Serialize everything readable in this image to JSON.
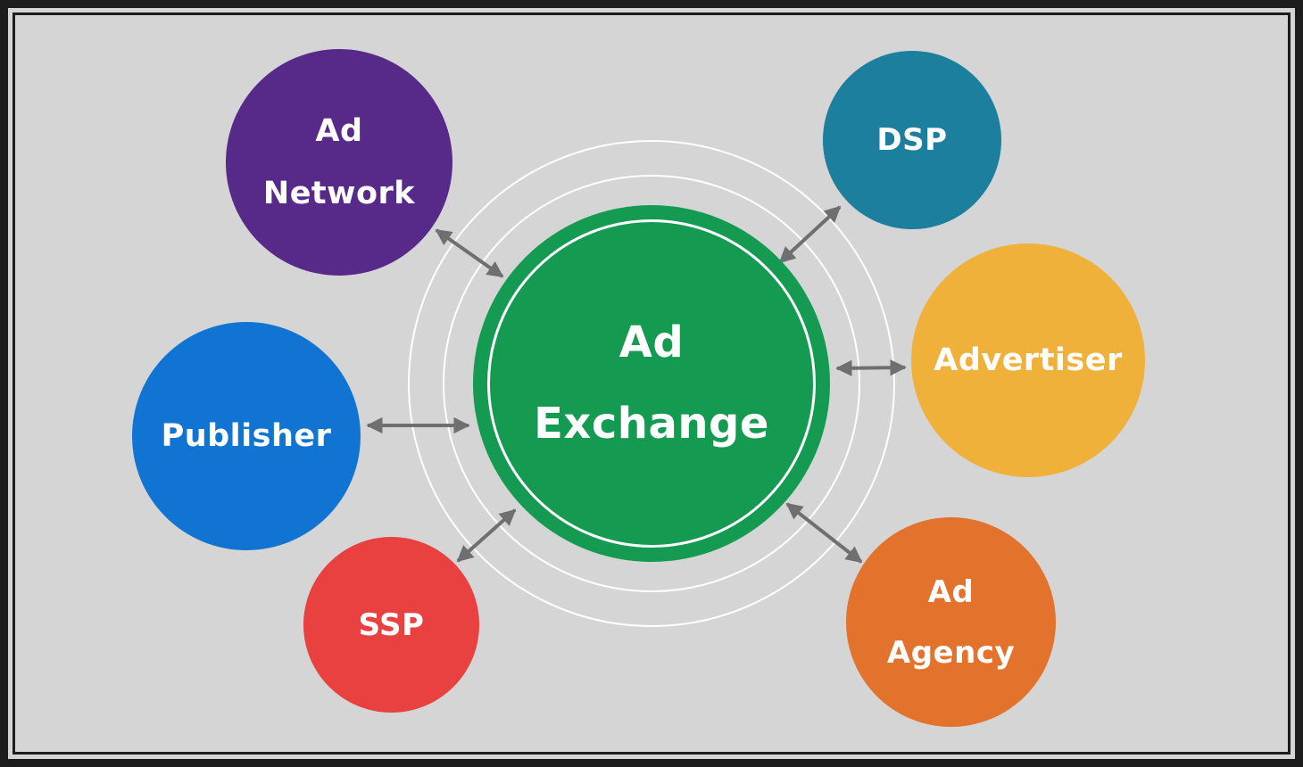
{
  "diagram": {
    "title": "Ad Exchange ecosystem diagram",
    "background_color": "#d5d5d5",
    "frame_color": "#1d1d1d",
    "arrow_color": "#6f6f71",
    "ring_color": "#ffffff",
    "center": {
      "id": "ad-exchange",
      "lines": [
        "Ad",
        "Exchange"
      ],
      "color": "#149a51",
      "text_color": "#ffffff"
    },
    "nodes": [
      {
        "id": "ad-network",
        "lines": [
          "Ad",
          "Network"
        ],
        "color": "#572a8a"
      },
      {
        "id": "dsp",
        "lines": [
          "DSP"
        ],
        "color": "#1c7f9e"
      },
      {
        "id": "advertiser",
        "lines": [
          "Advertiser"
        ],
        "color": "#f0b13b"
      },
      {
        "id": "publisher",
        "lines": [
          "Publisher"
        ],
        "color": "#1174d3"
      },
      {
        "id": "ssp",
        "lines": [
          "SSP"
        ],
        "color": "#e94040"
      },
      {
        "id": "ad-agency",
        "lines": [
          "Ad",
          "Agency"
        ],
        "color": "#e3732c"
      }
    ]
  }
}
